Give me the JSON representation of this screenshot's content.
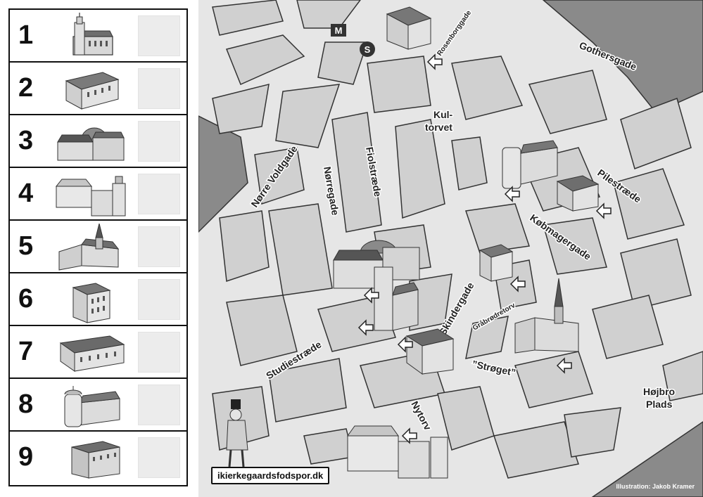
{
  "legend": {
    "rows": [
      {
        "number": "1",
        "icon": "church-tower-building-icon"
      },
      {
        "number": "2",
        "icon": "long-building-icon"
      },
      {
        "number": "3",
        "icon": "domed-library-icon"
      },
      {
        "number": "4",
        "icon": "university-complex-icon"
      },
      {
        "number": "5",
        "icon": "spired-church-icon"
      },
      {
        "number": "6",
        "icon": "townhouse-icon"
      },
      {
        "number": "7",
        "icon": "long-building-icon"
      },
      {
        "number": "8",
        "icon": "round-tower-church-icon"
      },
      {
        "number": "9",
        "icon": "boxy-building-icon"
      }
    ]
  },
  "map": {
    "streets": {
      "gothersgade": "Gothersgade",
      "rosenborggade": "Rosenborggade",
      "kultorvet_1": "Kul-",
      "kultorvet_2": "torvet",
      "norre_voldgade": "Nørre Voldgade",
      "norregade": "Nørregade",
      "fiolstraede": "Fiolstræde",
      "pilestraede": "Pilestræde",
      "kobmagergade": "Købmagergade",
      "skindergade": "Skindergade",
      "grabrodretorv": "Gråbrødretorv",
      "studiestraede": "Studiestræde",
      "stroget": "”Strøget”",
      "hojbro_1": "Højbro",
      "hojbro_2": "Plads",
      "nytorv": "Nytorv"
    },
    "markers": {
      "metro": "M",
      "s_train": "S"
    },
    "site_label": "ikierkegaardsfodspor.dk",
    "credit": "Illustration: Jakob Kramer",
    "colors": {
      "street": "#e6e6e6",
      "block": "#d0d0d0",
      "park": "#8a8a8a",
      "outline": "#333333"
    }
  }
}
